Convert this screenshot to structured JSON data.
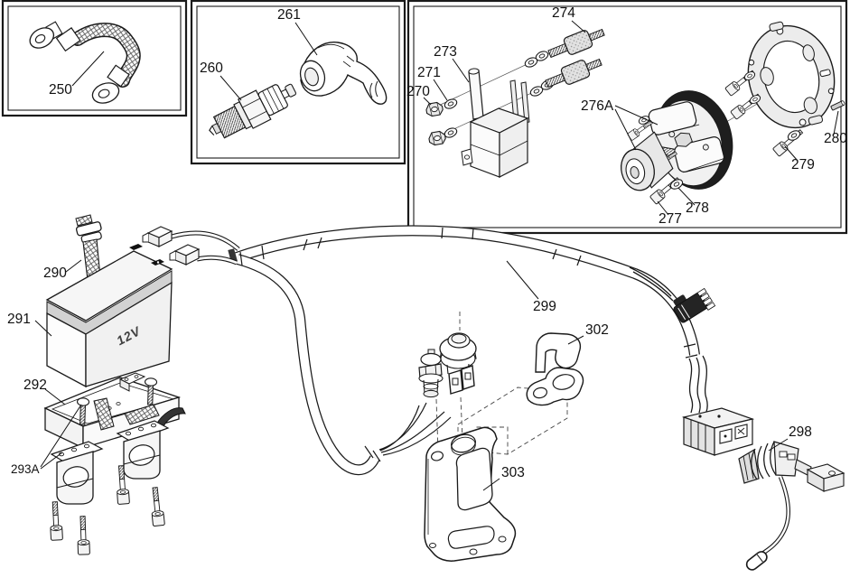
{
  "page": {
    "background": "#ffffff",
    "line_color": "#1a1a1a"
  },
  "battery": {
    "voltage_label": "12V"
  },
  "parts": [
    {
      "label": "250",
      "name": "ground-strap"
    },
    {
      "label": "260",
      "name": "spark-plug"
    },
    {
      "label": "261",
      "name": "spark-plug-boot"
    },
    {
      "label": "270",
      "name": "hex-nuts"
    },
    {
      "label": "271",
      "name": "flat-washers"
    },
    {
      "label": "273",
      "name": "ignition-coil"
    },
    {
      "label": "274",
      "name": "rubber-mount-studs"
    },
    {
      "label": "276A",
      "name": "flywheel-magneto-assembly"
    },
    {
      "label": "277",
      "name": "mounting-bolt"
    },
    {
      "label": "278",
      "name": "washer"
    },
    {
      "label": "279",
      "name": "mounting-bolt-with-washer"
    },
    {
      "label": "280",
      "name": "dowel-pin"
    },
    {
      "label": "290",
      "name": "battery-strap"
    },
    {
      "label": "291",
      "name": "battery"
    },
    {
      "label": "292",
      "name": "battery-tray"
    },
    {
      "label": "293A",
      "name": "tube-clamps"
    },
    {
      "label": "298",
      "name": "battery-lead-connector"
    },
    {
      "label": "299",
      "name": "wiring-harness"
    },
    {
      "label": "302",
      "name": "switch-bracket"
    },
    {
      "label": "303",
      "name": "mounting-bracket"
    }
  ]
}
